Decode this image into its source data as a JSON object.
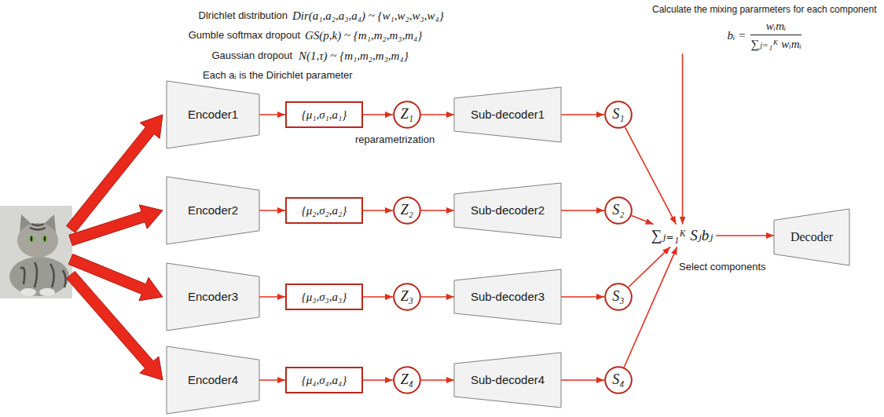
{
  "diagram": {
    "nodes": [
      {
        "text": [
          "Encoder1"
        ]
      },
      {
        "text": [
          "{μ₁,σ₁,a₁}"
        ]
      },
      {
        "text": [
          "Z₁"
        ]
      },
      {
        "text": [
          "Sub-decoder1"
        ]
      },
      {
        "text": [
          "S₁"
        ]
      },
      {
        "text": [
          "Encoder2"
        ]
      },
      {
        "text": [
          "{μ₂,σ₂,a₂}"
        ]
      },
      {
        "text": [
          "Z₂"
        ]
      },
      {
        "text": [
          "Sub-decoder2"
        ]
      },
      {
        "text": [
          "S₂"
        ]
      },
      {
        "text": [
          "Encoder3"
        ]
      },
      {
        "text": [
          "{μ₃,σ₃,a₃}"
        ]
      },
      {
        "text": [
          "Z₃"
        ]
      },
      {
        "text": [
          "Sub-decoder3"
        ]
      },
      {
        "text": [
          "S₃"
        ]
      },
      {
        "text": [
          "Encoder4"
        ]
      },
      {
        "text": [
          "{μ₄,σ₄,a₄}"
        ]
      },
      {
        "text": [
          "Z₄"
        ]
      },
      {
        "text": [
          "Sub-decoder4"
        ]
      },
      {
        "text": [
          "S₄"
        ]
      },
      {
        "text": [
          "Calculate the mixing pararmeters for each component",
          "bᵢ =",
          "wᵢmᵢ",
          "∑ⱼ₌₁ᴷ wᵢmᵢ"
        ]
      },
      {
        "text": [
          "∑ⱼ₌₁ᴷ Sⱼbⱼ"
        ]
      },
      {
        "text": [
          "Decoder"
        ]
      }
    ],
    "edges": [
      {
        "from": 0,
        "to": 1,
        "arrow": "to"
      },
      {
        "from": 1,
        "to": 2,
        "arrow": "to"
      },
      {
        "from": 2,
        "to": 3,
        "arrow": "to"
      },
      {
        "from": 3,
        "to": 4,
        "arrow": "to"
      },
      {
        "from": 5,
        "to": 6,
        "arrow": "to"
      },
      {
        "from": 6,
        "to": 7,
        "arrow": "to"
      },
      {
        "from": 7,
        "to": 8,
        "arrow": "to"
      },
      {
        "from": 8,
        "to": 9,
        "arrow": "to"
      },
      {
        "from": 10,
        "to": 11,
        "arrow": "to"
      },
      {
        "from": 11,
        "to": 12,
        "arrow": "to"
      },
      {
        "from": 12,
        "to": 13,
        "arrow": "to"
      },
      {
        "from": 13,
        "to": 14,
        "arrow": "to"
      },
      {
        "from": 15,
        "to": 16,
        "arrow": "to"
      },
      {
        "from": 16,
        "to": 17,
        "arrow": "to"
      },
      {
        "from": 17,
        "to": 18,
        "arrow": "to"
      },
      {
        "from": 18,
        "to": 19,
        "arrow": "to"
      },
      {
        "from": 4,
        "to": 21,
        "arrow": "to"
      },
      {
        "from": 9,
        "to": 21,
        "arrow": "to"
      },
      {
        "from": 14,
        "to": 21,
        "arrow": "to"
      },
      {
        "from": 19,
        "to": 21,
        "arrow": "to"
      },
      {
        "from": 20,
        "to": 21,
        "arrow": "to"
      },
      {
        "from": 21,
        "to": 22,
        "arrow": "to"
      }
    ],
    "labels": [
      "Dlrichlet distribution",
      "Dir(a₁,a₂,a₃,a₄) ~ {w₁,w₂,w₃,w₄}",
      "Gumble softmax dropout",
      "GS(p,k) ~ {m₁,m₂,m₃,m₄}",
      "Gaussian dropout",
      "N(1,τ) ~ {m₁,m₂,m₃,m₄}",
      "Each aᵢ is the Dirichlet parameter",
      "reparametrization",
      "Select components"
    ]
  }
}
